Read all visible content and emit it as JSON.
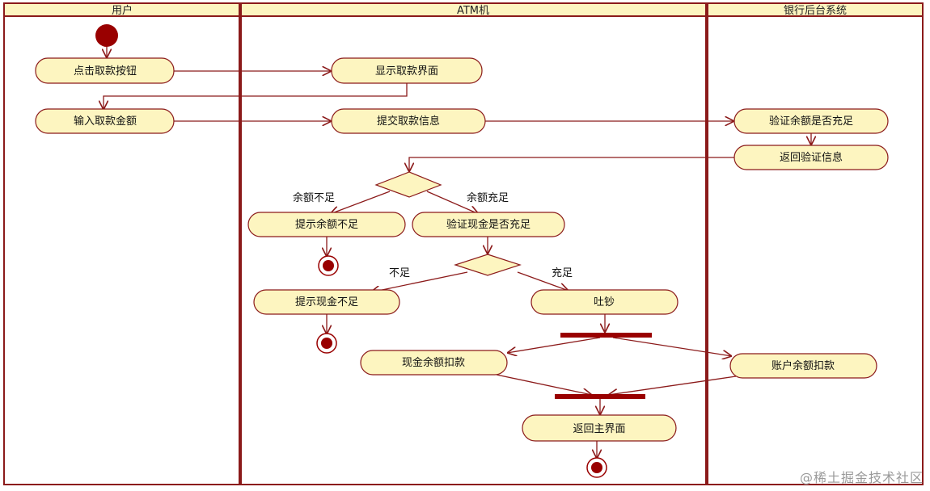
{
  "lanes": [
    "用户",
    "ATM机",
    "银行后台系统"
  ],
  "activities": {
    "click_withdraw": "点击取款按钮",
    "show_ui": "显示取款界面",
    "input_amount": "输入取款金额",
    "submit_info": "提交取款信息",
    "verify_balance": "验证余额是否充足",
    "return_verify": "返回验证信息",
    "tip_balance": "提示余额不足",
    "verify_cash": "验证现金是否充足",
    "tip_cash": "提示现金不足",
    "dispense": "吐钞",
    "cash_deduct": "现金余额扣款",
    "account_deduct": "账户余额扣款",
    "return_main": "返回主界面"
  },
  "guards": {
    "balance_insufficient": "余额不足",
    "balance_sufficient": "余额充足",
    "cash_insufficient": "不足",
    "cash_sufficient": "充足"
  },
  "watermark": "@稀土掘金技术社区",
  "colors": {
    "line": "#8b1a1a",
    "fill": "#fdf5c0",
    "frame": "#8b1a1a",
    "header": "#fdf5c0",
    "node": "#990000"
  }
}
